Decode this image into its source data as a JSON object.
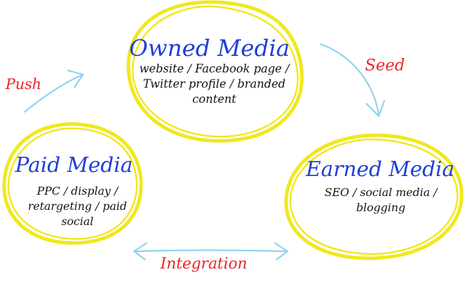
{
  "nodes": {
    "owned": {
      "title": "Owned Media",
      "desc": "website / Facebook page / Twitter profile / branded content"
    },
    "paid": {
      "title": "Paid Media",
      "desc": "PPC / display / retargeting / paid social"
    },
    "earned": {
      "title": "Earned Media",
      "desc": "SEO / social media / blogging"
    }
  },
  "edges": {
    "push": "Push",
    "seed": "Seed",
    "integration": "Integration"
  },
  "colors": {
    "circle_stroke": "#f0e81e",
    "arrow": "#8dd3ee",
    "title": "#1f3fd6",
    "label": "#e8262b",
    "text": "#141414"
  }
}
